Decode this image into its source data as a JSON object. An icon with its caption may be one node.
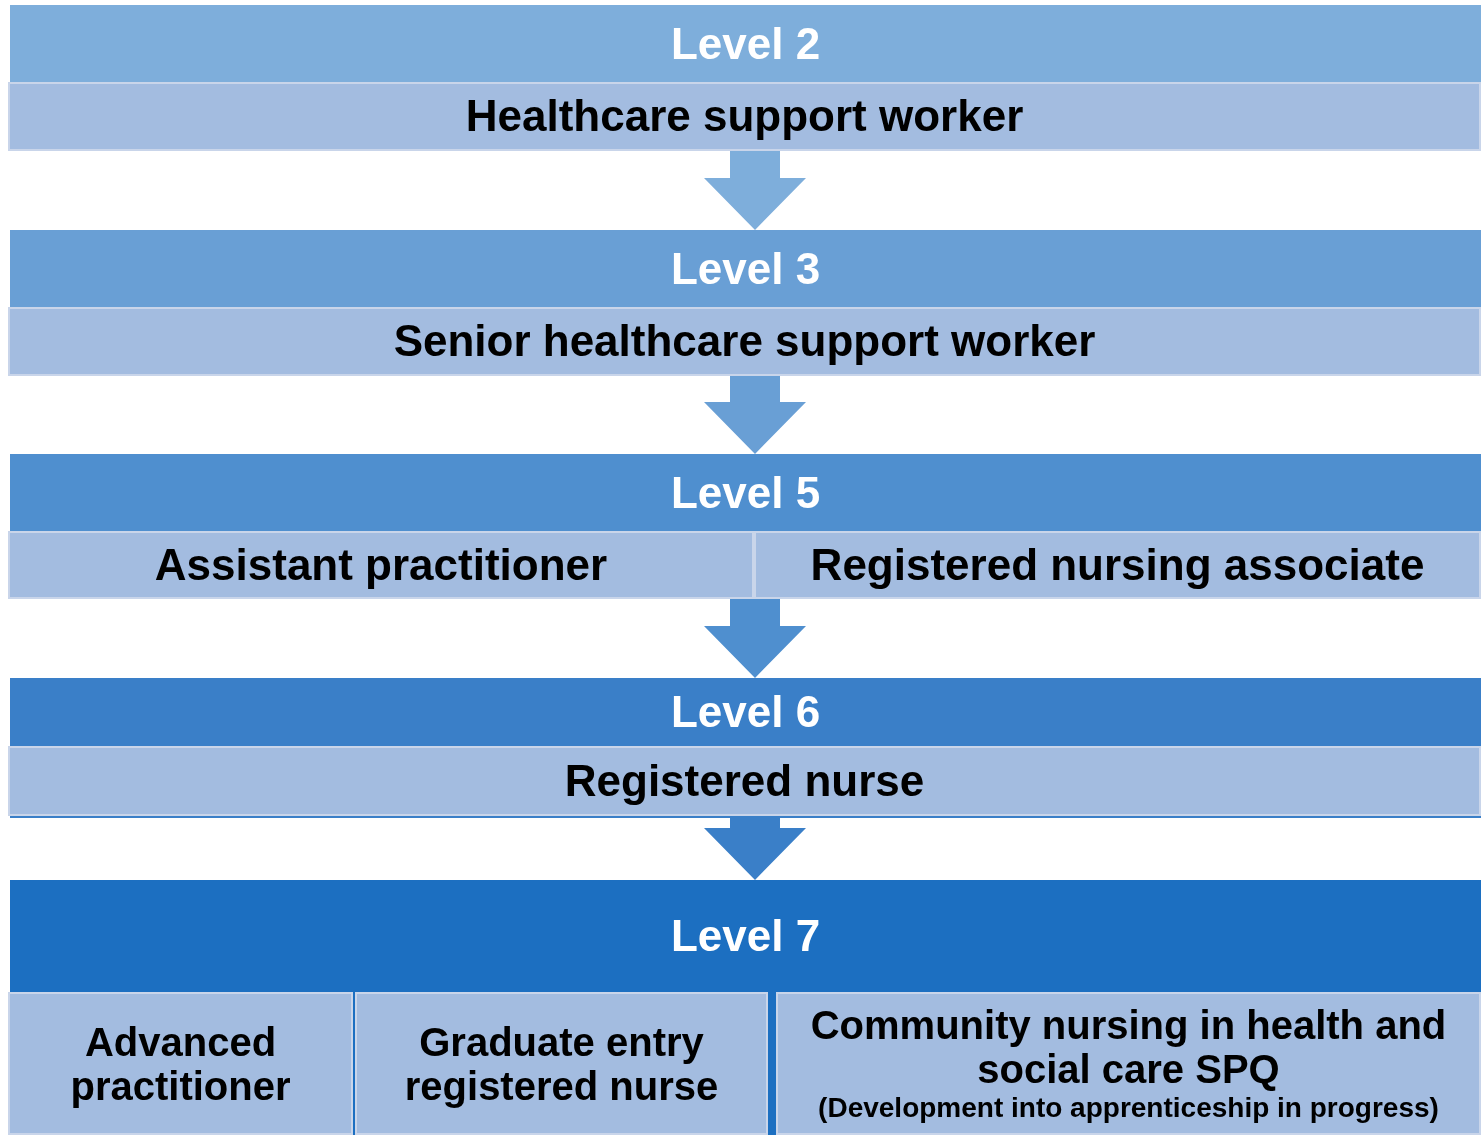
{
  "diagram": {
    "nodes": [
      {
        "text": [
          "Level 2"
        ]
      },
      {
        "text": [
          "Healthcare support worker"
        ],
        "in": 0
      },
      {
        "text": [
          "Level 3"
        ]
      },
      {
        "text": [
          "Senior healthcare support worker"
        ],
        "in": 2
      },
      {
        "text": [
          "Level 5"
        ]
      },
      {
        "text": [
          "Assistant practitioner"
        ],
        "in": 4
      },
      {
        "text": [
          "Registered nursing associate"
        ],
        "in": 4
      },
      {
        "text": [
          "Level 6"
        ]
      },
      {
        "text": [
          "Registered nurse"
        ],
        "in": 7
      },
      {
        "text": [
          "Level 7"
        ]
      },
      {
        "text": [
          "Advanced practitioner"
        ],
        "in": 9
      },
      {
        "text": [
          "Graduate entry registered nurse"
        ],
        "in": 9
      },
      {
        "text": [
          "Community nursing in health and social care SPQ",
          "(Development into apprenticeship in progress)"
        ],
        "in": 9
      }
    ],
    "edges": [
      {
        "from": 0,
        "to": 2,
        "arrow": "to"
      },
      {
        "from": 2,
        "to": 4,
        "arrow": "to"
      },
      {
        "from": 4,
        "to": 7,
        "arrow": "to"
      },
      {
        "from": 7,
        "to": 9,
        "arrow": "to"
      }
    ]
  }
}
